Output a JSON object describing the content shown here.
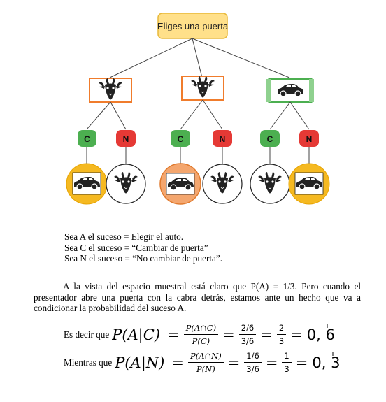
{
  "tree": {
    "root_label": "Eliges una puerta",
    "doors": [
      {
        "content": "goat",
        "change_label": "C",
        "stay_label": "N",
        "change_outcome": "car",
        "stay_outcome": "goat"
      },
      {
        "content": "goat",
        "change_label": "C",
        "stay_label": "N",
        "change_outcome": "car",
        "stay_outcome": "goat"
      },
      {
        "content": "car",
        "change_label": "C",
        "stay_label": "N",
        "change_outcome": "goat",
        "stay_outcome": "car"
      }
    ],
    "colors": {
      "root_fill": "#FFE08A",
      "root_stroke": "#E8B93A",
      "goat_door_stroke": "#F07C2C",
      "car_door_stroke": "#4CAF50",
      "change_badge": "#4CAF50",
      "stay_badge": "#E53935",
      "highlight_outcome": "#F5B921",
      "highlight_outcome_alt": "#F4A66E"
    }
  },
  "definitions": [
    "Sea A el suceso = Elegir el auto.",
    "Sea C el suceso = “Cambiar de puerta”",
    "Sea N el suceso = “No cambiar de puerta”."
  ],
  "paragraph": "A la vista del espacio muestral está claro que P(A) = 1/3.  Pero cuando el presentador abre una puerta con la cabra detrás, estamos ante un hecho que va a condicionar la probabilidad del suceso A.",
  "formula1": {
    "prefix": "Es decir que",
    "lhs": "P(A|C)",
    "f1_num": "P(A∩C)",
    "f1_den": "P(C)",
    "f2_num": "2/6",
    "f2_den": "3/6",
    "f3_num": "2",
    "f3_den": "3",
    "result_int": "0,",
    "result_digit": "6"
  },
  "formula2": {
    "prefix": "Mientras que",
    "lhs": "P(A|N)",
    "f1_num": "P(A∩N)",
    "f1_den": "P(N)",
    "f2_num": "1/6",
    "f2_den": "3/6",
    "f3_num": "1",
    "f3_den": "3",
    "result_int": "0,",
    "result_digit": "3"
  }
}
